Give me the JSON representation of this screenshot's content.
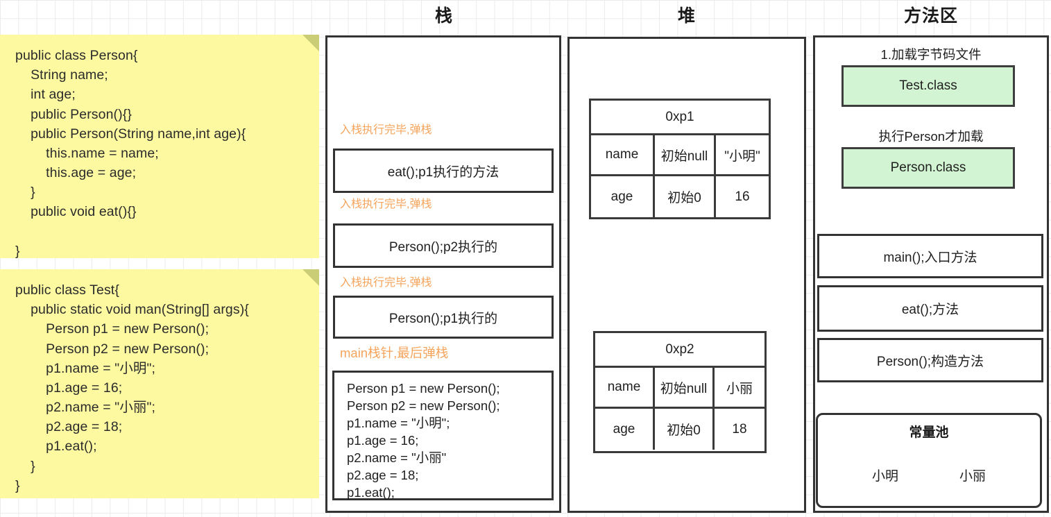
{
  "columns": {
    "stack_title": "栈",
    "heap_title": "堆",
    "method_title": "方法区"
  },
  "notes": {
    "person_class": "public class Person{\n    String name;\n    int age;\n    public Person(){}\n    public Person(String name,int age){\n        this.name = name;\n        this.age = age;\n    }\n    public void eat(){}\n\n}",
    "test_class": "public class Test{\n    public static void man(String[] args){\n        Person p1 = new Person();\n        Person p2 = new Person();\n        p1.name = \"小明\";\n        p1.age = 16;\n        p2.name = \"小丽\";\n        p2.age = 18;\n        p1.eat();\n    }\n}"
  },
  "stack": {
    "annotations": {
      "eat": "入栈执行完毕,弹栈",
      "person2": "入栈执行完毕,弹栈",
      "person1": "入栈执行完毕,弹栈",
      "main": "main栈针,最后弹栈"
    },
    "frames": {
      "eat": "eat();p1执行的方法",
      "person2": "Person();p2执行的",
      "person1": "Person();p1执行的",
      "main_body": "Person p1 = new Person();\nPerson p2 = new Person();\np1.name = \"小明\";\np1.age = 16;\np2.name = \"小丽\"\np2.age = 18;\np1.eat();"
    }
  },
  "heap": {
    "objects": [
      {
        "address": "0xp1",
        "rows": [
          {
            "field": "name",
            "initial": "初始null",
            "value": "\"小明\""
          },
          {
            "field": "age",
            "initial": "初始0",
            "value": "16"
          }
        ]
      },
      {
        "address": "0xp2",
        "rows": [
          {
            "field": "name",
            "initial": "初始null",
            "value": "小丽"
          },
          {
            "field": "age",
            "initial": "初始0",
            "value": "18"
          }
        ]
      }
    ]
  },
  "method_area": {
    "label_1": "1.加载字节码文件",
    "class_1": "Test.class",
    "label_2": "执行Person才加载",
    "class_2": "Person.class",
    "methods": [
      "main();入口方法",
      "eat();方法",
      "Person();构造方法"
    ],
    "pool": {
      "title": "常量池",
      "items": [
        "小明",
        "小丽"
      ]
    }
  },
  "colors": {
    "note_yellow": "#fcf9a0",
    "note_fold": "#cbcc76",
    "annotation_orange": "#f5a45c",
    "class_green": "#d3f4d2",
    "border_dark": "#333333",
    "grid_line": "#ebebeb"
  }
}
